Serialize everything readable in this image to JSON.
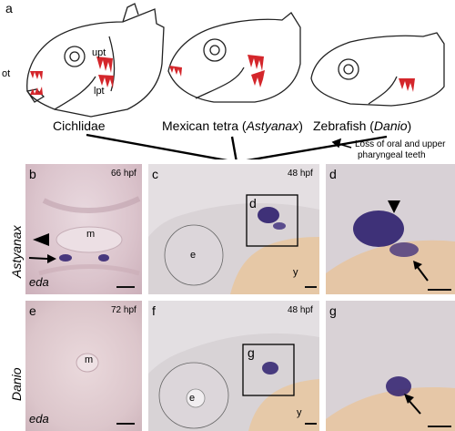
{
  "panel_a": {
    "letter": "a",
    "fish": [
      {
        "name": "Cichlidae",
        "prefix": "",
        "genus": "",
        "suffix": ""
      },
      {
        "name": "",
        "prefix": "Mexican tetra (",
        "genus": "Astyanax",
        "suffix": ")"
      },
      {
        "name": "",
        "prefix": "Zebrafish (",
        "genus": "Danio",
        "suffix": ")"
      }
    ],
    "labels": {
      "ot": "ot",
      "upt": "upt",
      "lpt": "lpt"
    },
    "note_line1": "Loss of oral and upper",
    "note_line2": "pharyngeal teeth"
  },
  "rows": [
    {
      "species": "Astyanax",
      "panels": [
        {
          "letter": "b",
          "stage": "66 hpf",
          "gene": "eda",
          "mark": "m"
        },
        {
          "letter": "c",
          "stage": "48 hpf",
          "eye": "e",
          "yolk": "y",
          "inset": "d"
        },
        {
          "letter": "d"
        }
      ]
    },
    {
      "species": "Danio",
      "panels": [
        {
          "letter": "e",
          "stage": "72 hpf",
          "gene": "eda",
          "mark": "m"
        },
        {
          "letter": "f",
          "stage": "48 hpf",
          "eye": "e",
          "yolk": "y",
          "inset": "g"
        },
        {
          "letter": "g"
        }
      ]
    }
  ],
  "colors": {
    "tooth_red": "#d4262b",
    "stain": "#2e1f6e",
    "yolk": "#e9cba8"
  }
}
